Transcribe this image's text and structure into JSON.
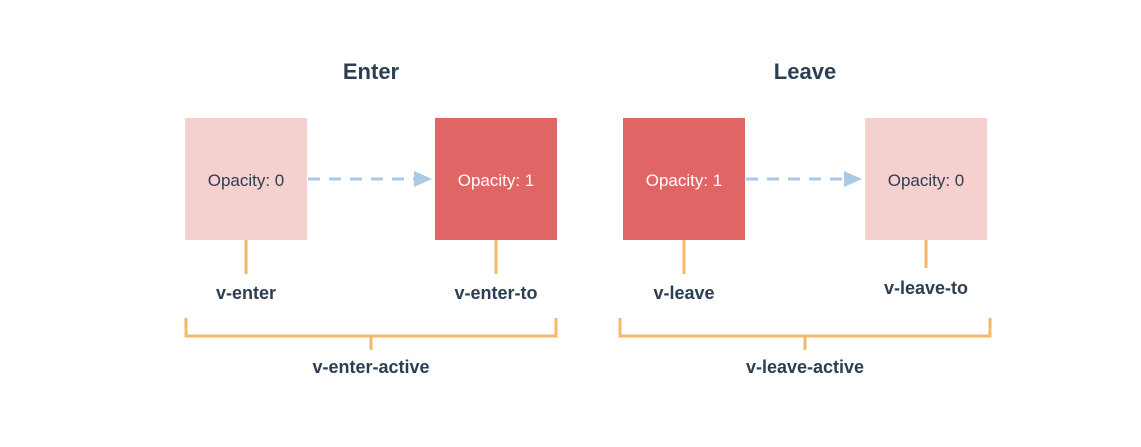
{
  "colors": {
    "light_box": "#f5d0cf",
    "dark_box": "#e06565",
    "arrow": "#a9c9e4",
    "bracket": "#f3b96b",
    "text_dark": "#2c3e50",
    "text_light": "#ffffff"
  },
  "enter": {
    "title": "Enter",
    "from_box": "Opacity: 0",
    "to_box": "Opacity: 1",
    "from_label": "v-enter",
    "to_label": "v-enter-to",
    "active_label": "v-enter-active"
  },
  "leave": {
    "title": "Leave",
    "from_box": "Opacity: 1",
    "to_box": "Opacity: 0",
    "from_label": "v-leave",
    "to_label": "v-leave-to",
    "active_label": "v-leave-active"
  }
}
